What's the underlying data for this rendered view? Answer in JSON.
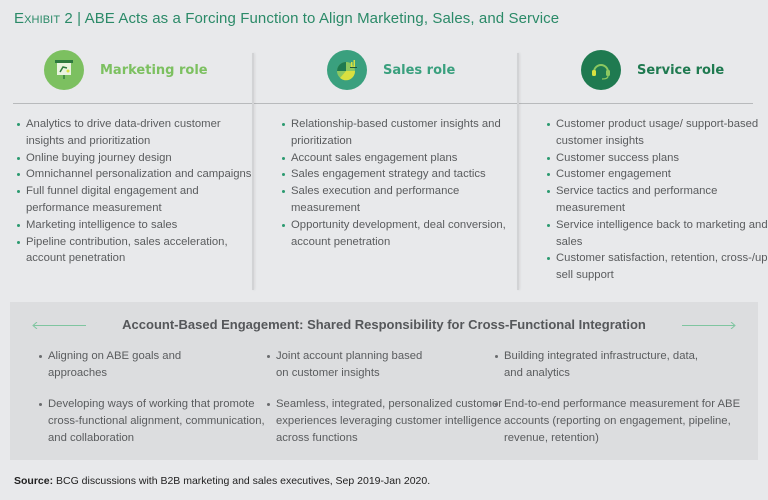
{
  "title": {
    "exhibit": "Exhibit 2",
    "separator": " | ",
    "text": "ABE Acts as a Forcing Function to Align Marketing, Sales, and Service"
  },
  "roles": [
    {
      "label": "Marketing role",
      "icon": "presentation-board-icon",
      "color": "#7cc060",
      "items": [
        "Analytics to drive data-driven customer insights and prioritization",
        "Online buying journey design",
        "Omnichannel personalization and campaigns",
        "Full funnel digital engagement and performance measurement",
        "Marketing intelligence to sales",
        "Pipeline contribution, sales acceleration, account penetration"
      ]
    },
    {
      "label": "Sales role",
      "icon": "pie-chart-icon",
      "color": "#3aa07e",
      "items": [
        "Relationship-based customer insights and prioritization",
        "Account sales engagement plans",
        "Sales engagement strategy and tactics",
        "Sales execution and performance measurement",
        "Opportunity development, deal conversion, account penetration"
      ]
    },
    {
      "label": "Service role",
      "icon": "headset-icon",
      "color": "#1f7a50",
      "items": [
        "Customer product usage/ support-based customer insights",
        "Customer success plans",
        "Customer engagement",
        "Service tactics and performance measurement",
        "Service intelligence back to marketing and sales",
        "Customer satisfaction, retention, cross-/up-sell support"
      ]
    }
  ],
  "panel": {
    "title": "Account-Based Engagement: Shared Responsibility for Cross-Functional Integration",
    "columns": [
      [
        "Aligning on ABE goals and approaches",
        "Developing ways of working that promote cross-functional alignment, communication, and collaboration"
      ],
      [
        "Joint account planning based on customer insights",
        "Seamless, integrated, personalized customer experiences leveraging customer intelligence across functions"
      ],
      [
        "Building integrated infrastructure, data, and analytics",
        "End-to-end performance measurement for ABE accounts (reporting on engagement, pipeline, revenue, retention)"
      ]
    ]
  },
  "source": {
    "label": "Source:",
    "text": " BCG discussions with B2B marketing and sales executives, Sep 2019-Jan 2020."
  }
}
